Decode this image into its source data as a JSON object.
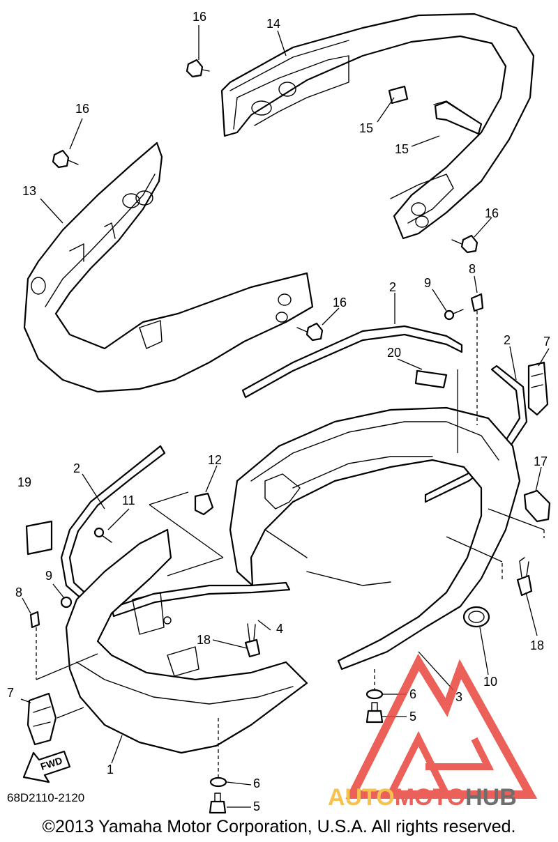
{
  "diagram": {
    "code": "68D2110-2120",
    "fwd_label": "FWD",
    "callouts": {
      "c16a": "16",
      "c14": "14",
      "c16b": "16",
      "c15a": "15",
      "c15b": "15",
      "c13": "13",
      "c16c": "16",
      "c16d": "16",
      "c8a": "8",
      "c9a": "9",
      "c2a": "2",
      "c2b": "2",
      "c7a": "7",
      "c20": "20",
      "c17": "17",
      "c12": "12",
      "c2c": "2",
      "c19": "19",
      "c11": "11",
      "c9b": "9",
      "c8b": "8",
      "c4": "4",
      "c18a": "18",
      "c18b": "18",
      "c10": "10",
      "c3": "3",
      "c6a": "6",
      "c5a": "5",
      "c7b": "7",
      "c1": "1",
      "c6b": "6",
      "c5b": "5"
    }
  },
  "watermark": {
    "auto": "AUTO",
    "moto": "MOTO",
    "hub": "HUB",
    "colors": {
      "auto": "#f5b830",
      "moto": "#e8453c",
      "hub": "#555555"
    }
  },
  "copyright": "©2013 Yamaha Motor Corporation, U.S.A. All rights reserved."
}
